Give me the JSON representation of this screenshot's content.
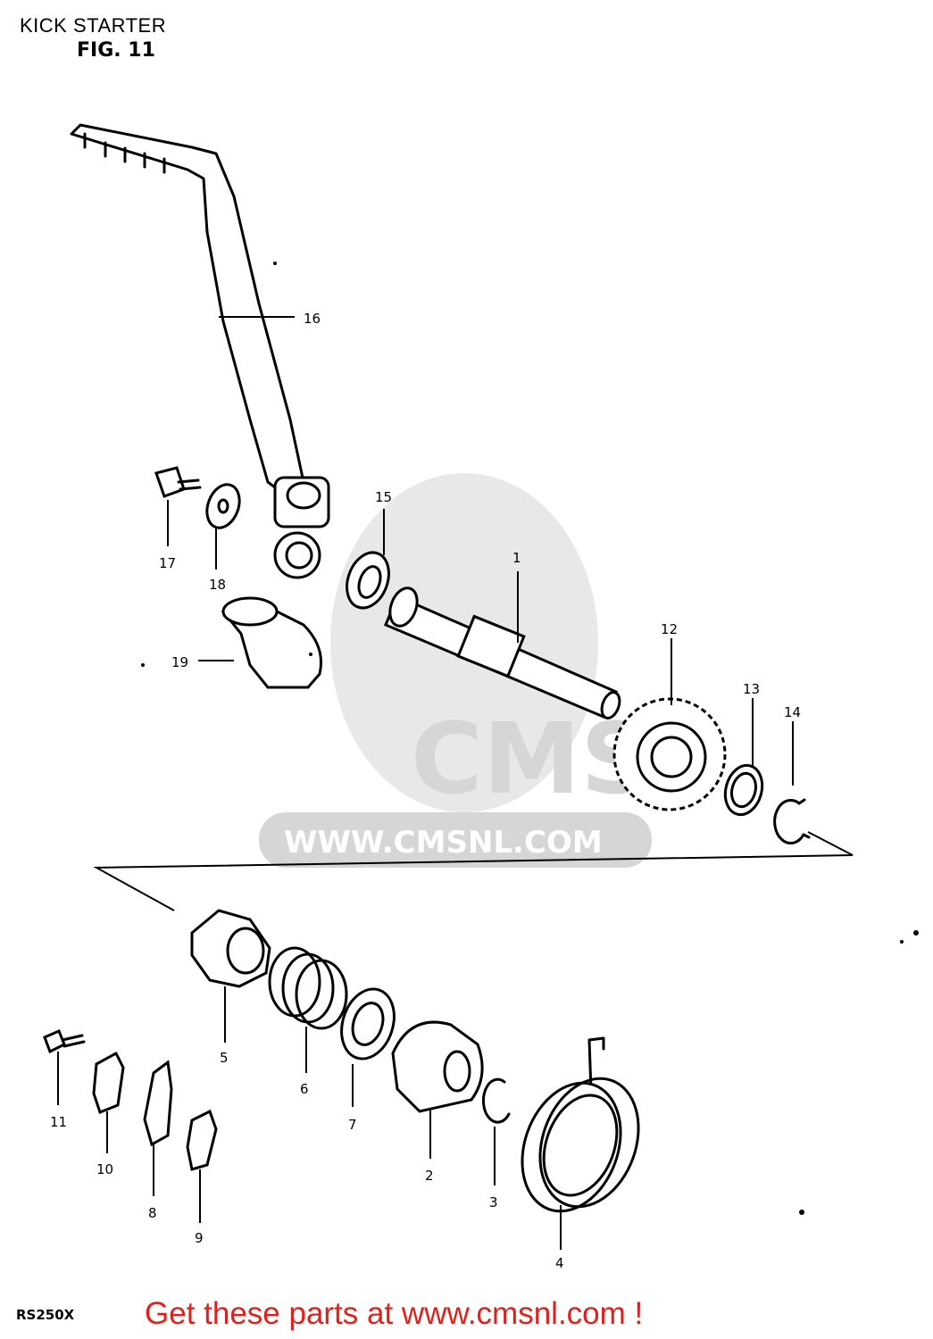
{
  "header": {
    "title": "KICK STARTER",
    "figure": "FIG. 11"
  },
  "watermark": {
    "logo_text": "CMS",
    "url_text": "WWW.CMSNL.COM",
    "color": "#d6d6d6"
  },
  "parts": [
    {
      "label": "1"
    },
    {
      "label": "2"
    },
    {
      "label": "3"
    },
    {
      "label": "4"
    },
    {
      "label": "5"
    },
    {
      "label": "6"
    },
    {
      "label": "7"
    },
    {
      "label": "8"
    },
    {
      "label": "9"
    },
    {
      "label": "10"
    },
    {
      "label": "11"
    },
    {
      "label": "12"
    },
    {
      "label": "13"
    },
    {
      "label": "14"
    },
    {
      "label": "15"
    },
    {
      "label": "16"
    },
    {
      "label": "17"
    },
    {
      "label": "18"
    },
    {
      "label": "19"
    }
  ],
  "footer": {
    "model": "RS250X",
    "promo": "Get these parts at www.cmsnl.com !",
    "promo_color": "#e0201b"
  }
}
